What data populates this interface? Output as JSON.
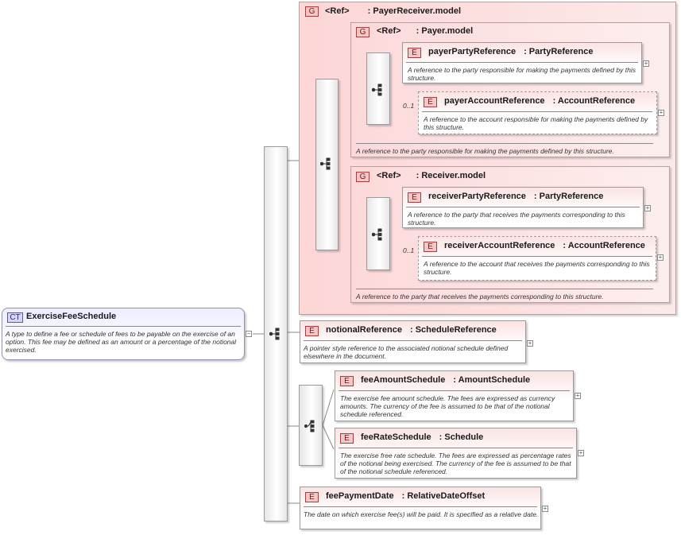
{
  "colors": {
    "element_badge": "#f4c6c6",
    "group_fill": "#fdd6d6",
    "complex_type_fill": "#ececff"
  },
  "root": {
    "badge": "CT",
    "name": "ExerciseFeeSchedule",
    "description": "A type to define a fee or schedule of fees to be payable on the exercise of an option. This fee may be defined as an amount or a percentage of the notional exercised.",
    "expander": "−"
  },
  "payer_receiver": {
    "badge": "G",
    "ref": "<Ref>",
    "name": ": PayerReceiver.model",
    "payer": {
      "badge": "G",
      "ref": "<Ref>",
      "name": ": Payer.model",
      "footer": "A reference to the party responsible for making the payments defined by this structure.",
      "party": {
        "badge": "E",
        "name": "payerPartyReference",
        "type": ": PartyReference",
        "description": "A reference to the party responsible for making the payments defined by this structure.",
        "expander": "+"
      },
      "account": {
        "badge": "E",
        "cardinality": "0..1",
        "name": "payerAccountReference",
        "type": ": AccountReference",
        "description": "A reference to the account responsible for making the payments defined by this structure.",
        "expander": "+"
      }
    },
    "receiver": {
      "badge": "G",
      "ref": "<Ref>",
      "name": ": Receiver.model",
      "footer": "A reference to the party that receives the payments corresponding to this structure.",
      "party": {
        "badge": "E",
        "name": "receiverPartyReference",
        "type": ": PartyReference",
        "description": "A reference to the party that receives the payments corresponding to this structure.",
        "expander": "+"
      },
      "account": {
        "badge": "E",
        "cardinality": "0..1",
        "name": "receiverAccountReference",
        "type": ": AccountReference",
        "description": "A reference to the account that receives the payments corresponding to this structure.",
        "expander": "+"
      }
    }
  },
  "notional_reference": {
    "badge": "E",
    "name": "notionalReference",
    "type": ": ScheduleReference",
    "description": "A pointer style reference to the associated notional schedule defined elsewhere in the document.",
    "expander": "+"
  },
  "fee_amount_schedule": {
    "badge": "E",
    "name": "feeAmountSchedule",
    "type": ": AmountSchedule",
    "description": "The exercise fee amount schedule. The fees are expressed as currency amounts. The currency of the fee is assumed to be that of the notional schedule referenced.",
    "expander": "+"
  },
  "fee_rate_schedule": {
    "badge": "E",
    "name": "feeRateSchedule",
    "type": ": Schedule",
    "description": "The exercise free rate schedule. The fees are expressed as percentage rates of the notional being exercised. The currency of the fee is assumed to be that of the notional schedule referenced.",
    "expander": "+"
  },
  "fee_payment_date": {
    "badge": "E",
    "name": "feePaymentDate",
    "type": ": RelativeDateOffset",
    "description": "The date on which exercise fee(s) will be paid. It is specified as a relative date.",
    "expander": "+"
  }
}
